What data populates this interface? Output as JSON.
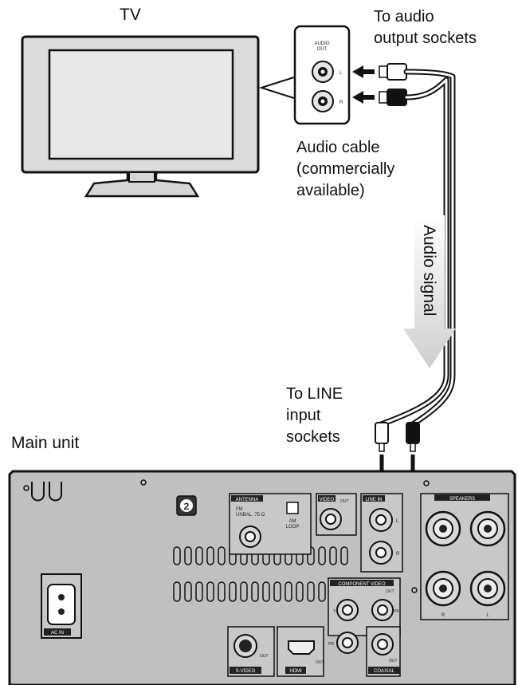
{
  "labels": {
    "tv": "TV",
    "to_audio_output_line1": "To audio",
    "to_audio_output_line2": "output sockets",
    "audio_cable_line1": "Audio cable",
    "audio_cable_line2": "(commercially",
    "audio_cable_line3": "available)",
    "audio_signal": "Audio signal",
    "to_line_input_line1": "To LINE",
    "to_line_input_line2": "input",
    "to_line_input_line3": "sockets",
    "main_unit": "Main unit"
  },
  "tv_panel": {
    "heading_line1": "AUDIO",
    "heading_line2": "OUT",
    "left": "L",
    "right": "R"
  },
  "main_unit_panel": {
    "badge": "2",
    "antenna": "ANTENNA",
    "fm": "FM",
    "fm_spec": "UNBAL. 75 Ω",
    "am_line1": "AM",
    "am_line2": "LOOP",
    "video": "VIDEO",
    "video_out": "OUT",
    "line_in": "LINE IN",
    "speakers": "SPEAKERS",
    "component_video": "COMPONENT VIDEO",
    "component_out": "OUT",
    "y": "Y",
    "pb": "PB",
    "pr": "PR",
    "svideo": "S-VIDEO",
    "svideo_out": "OUT",
    "hdmi": "HDMI",
    "hdmi_out": "OUT",
    "coaxial": "COAXIAL",
    "coaxial_out": "OUT",
    "ac_in": "AC IN",
    "speaker_r": "R",
    "speaker_l": "L",
    "line_l": "L",
    "line_r": "R"
  },
  "colors": {
    "panel_fill": "#bfbfbf",
    "arrow_fill": "#d4d4d4",
    "line": "#111111"
  }
}
